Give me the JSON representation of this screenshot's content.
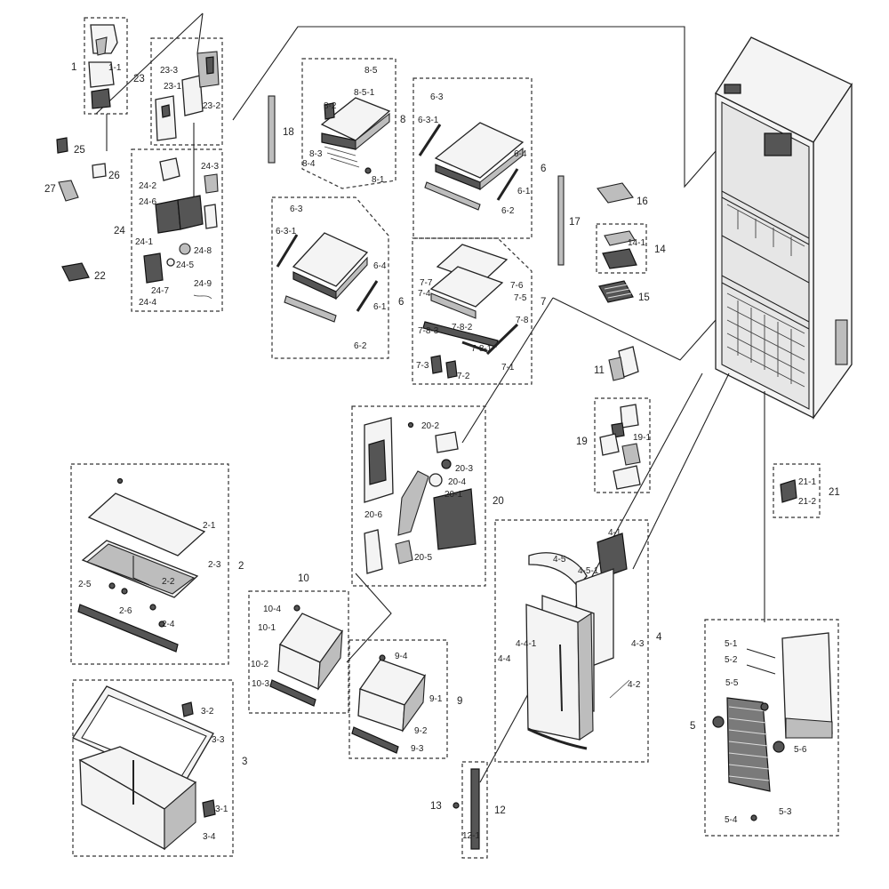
{
  "groups": [
    {
      "id": "g1",
      "labels": [
        "1",
        "1-1"
      ]
    },
    {
      "id": "g23",
      "labels": [
        "23",
        "23-1",
        "23-2",
        "23-3"
      ]
    },
    {
      "id": "g24",
      "labels": [
        "24",
        "24-1",
        "24-2",
        "24-3",
        "24-4",
        "24-5",
        "24-6",
        "24-7",
        "24-8",
        "24-9"
      ]
    },
    {
      "id": "g8",
      "labels": [
        "8",
        "8-1",
        "8-2",
        "8-3",
        "8-4",
        "8-5",
        "8-5-1"
      ]
    },
    {
      "id": "g6a",
      "labels": [
        "6",
        "6-1",
        "6-2",
        "6-3",
        "6-3-1",
        "6-4"
      ]
    },
    {
      "id": "g6b",
      "labels": [
        "6",
        "6-1",
        "6-2",
        "6-3",
        "6-3-1",
        "6-4"
      ]
    },
    {
      "id": "g7",
      "labels": [
        "7",
        "7-1",
        "7-2",
        "7-3",
        "7-4",
        "7-5",
        "7-6",
        "7-7",
        "7-8",
        "7-8-1",
        "7-8-2",
        "7-8-3"
      ]
    },
    {
      "id": "g14",
      "labels": [
        "14",
        "14-1"
      ]
    },
    {
      "id": "g19",
      "labels": [
        "19",
        "19-1"
      ]
    },
    {
      "id": "g20",
      "labels": [
        "20",
        "20-1",
        "20-2",
        "20-3",
        "20-4",
        "20-5",
        "20-6"
      ]
    },
    {
      "id": "g21",
      "labels": [
        "21",
        "21-1",
        "21-2"
      ]
    },
    {
      "id": "g2",
      "labels": [
        "2",
        "2-1",
        "2-2",
        "2-3",
        "2-4",
        "2-5",
        "2-6"
      ]
    },
    {
      "id": "g10",
      "labels": [
        "10",
        "10-1",
        "10-2",
        "10-3",
        "10-4"
      ]
    },
    {
      "id": "g9",
      "labels": [
        "9",
        "9-1",
        "9-2",
        "9-3",
        "9-4"
      ]
    },
    {
      "id": "g4",
      "labels": [
        "4",
        "4-1",
        "4-2",
        "4-3",
        "4-4",
        "4-4-1",
        "4-5",
        "4-5-1"
      ]
    },
    {
      "id": "g3",
      "labels": [
        "3",
        "3-1",
        "3-2",
        "3-3",
        "3-4"
      ]
    },
    {
      "id": "g12",
      "labels": [
        "12",
        "12-1"
      ]
    },
    {
      "id": "g5",
      "labels": [
        "5",
        "5-1",
        "5-2",
        "5-3",
        "5-4",
        "5-5",
        "5-6"
      ]
    }
  ],
  "single_labels": [
    "25",
    "26",
    "27",
    "22",
    "18",
    "16",
    "17",
    "15",
    "11",
    "13"
  ]
}
